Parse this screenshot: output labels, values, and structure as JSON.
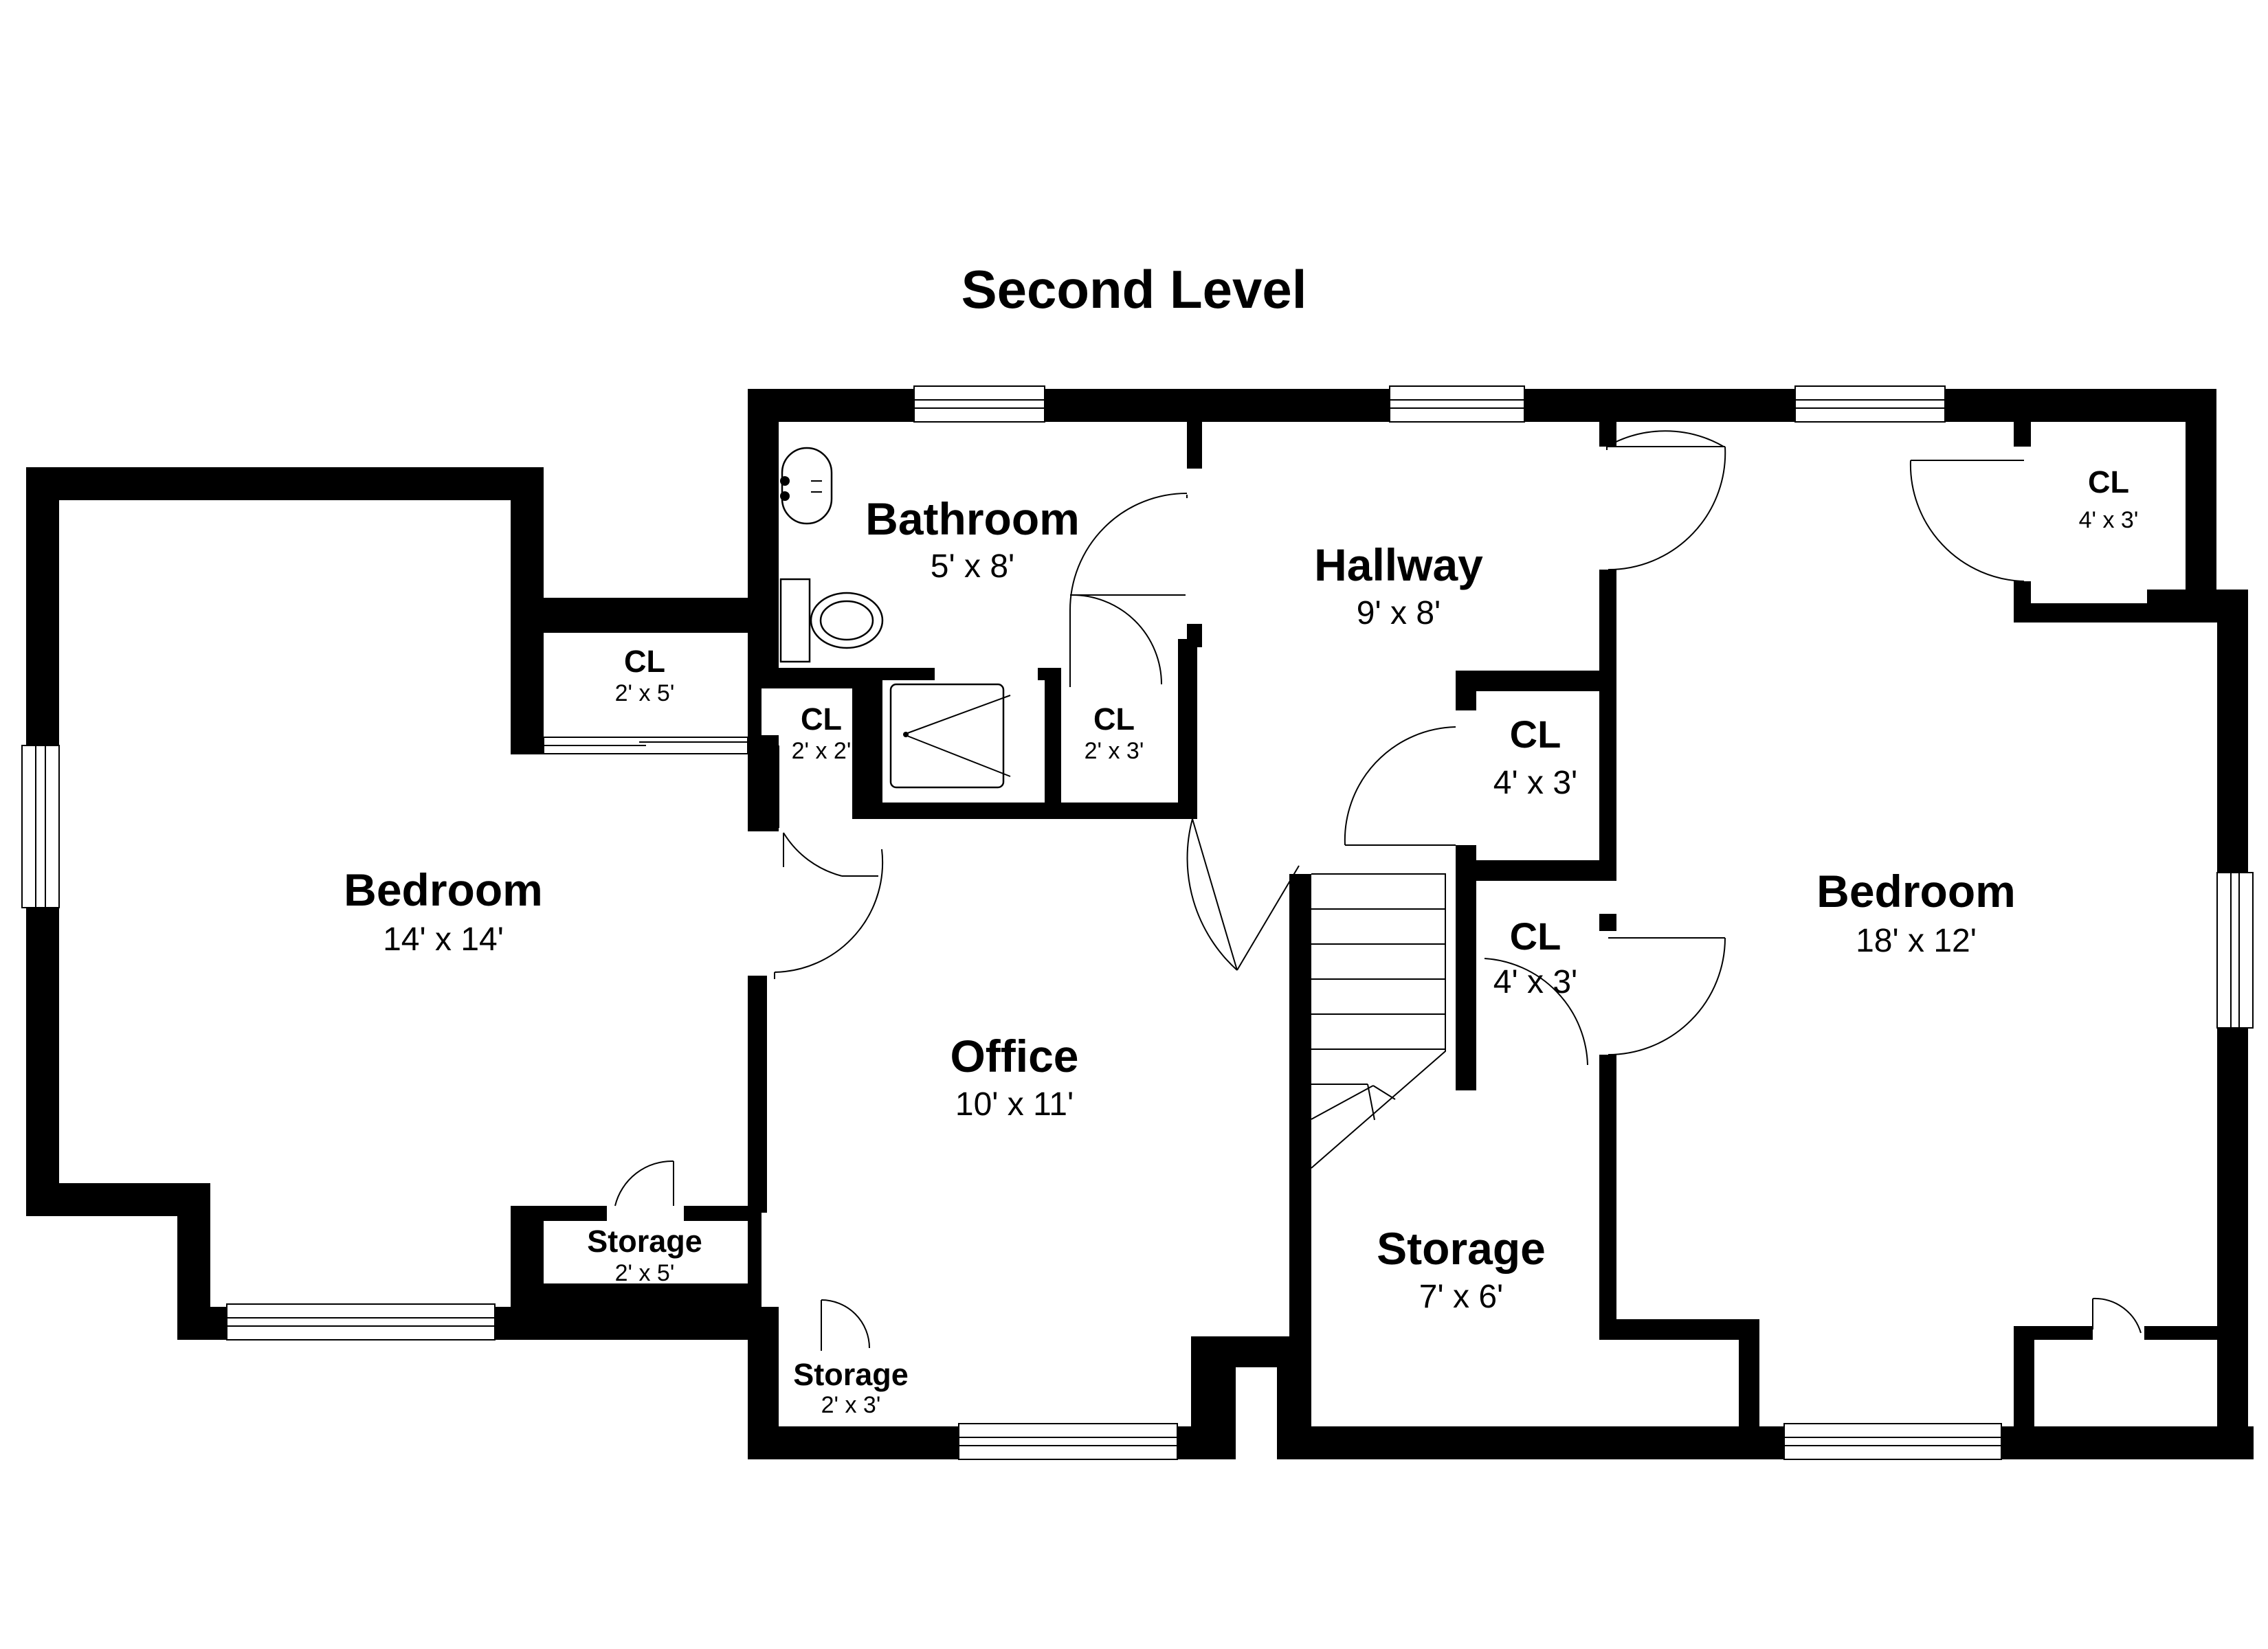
{
  "title": "Second Level",
  "rooms": {
    "bedroom_left": {
      "name": "Bedroom",
      "dims": "14' x 14'"
    },
    "cl_left": {
      "name": "CL",
      "dims": "2' x 5'"
    },
    "storage_left": {
      "name": "Storage",
      "dims": "2' x 5'"
    },
    "bathroom": {
      "name": "Bathroom",
      "dims": "5' x 8'"
    },
    "cl_bath_small": {
      "name": "CL",
      "dims": "2' x 2'"
    },
    "cl_bath_right": {
      "name": "CL",
      "dims": "2' x 3'"
    },
    "office": {
      "name": "Office",
      "dims": "10' x 11'"
    },
    "storage_office": {
      "name": "Storage",
      "dims": "2' x 3'"
    },
    "hallway": {
      "name": "Hallway",
      "dims": "9' x 8'"
    },
    "cl_hall_upper": {
      "name": "CL",
      "dims": "4' x 3'"
    },
    "cl_hall_lower": {
      "name": "CL",
      "dims": "4' x 3'"
    },
    "storage_center": {
      "name": "Storage",
      "dims": "7' x 6'"
    },
    "bedroom_right": {
      "name": "Bedroom",
      "dims": "18' x 12'"
    },
    "cl_right": {
      "name": "CL",
      "dims": "4' x 3'"
    }
  },
  "colors": {
    "wall": "#000000",
    "background": "#ffffff"
  },
  "icons": [
    "bathtub-icon",
    "sink-icon",
    "toilet-icon",
    "shower-icon",
    "stairs-icon",
    "window-icon",
    "door-swing-icon"
  ]
}
